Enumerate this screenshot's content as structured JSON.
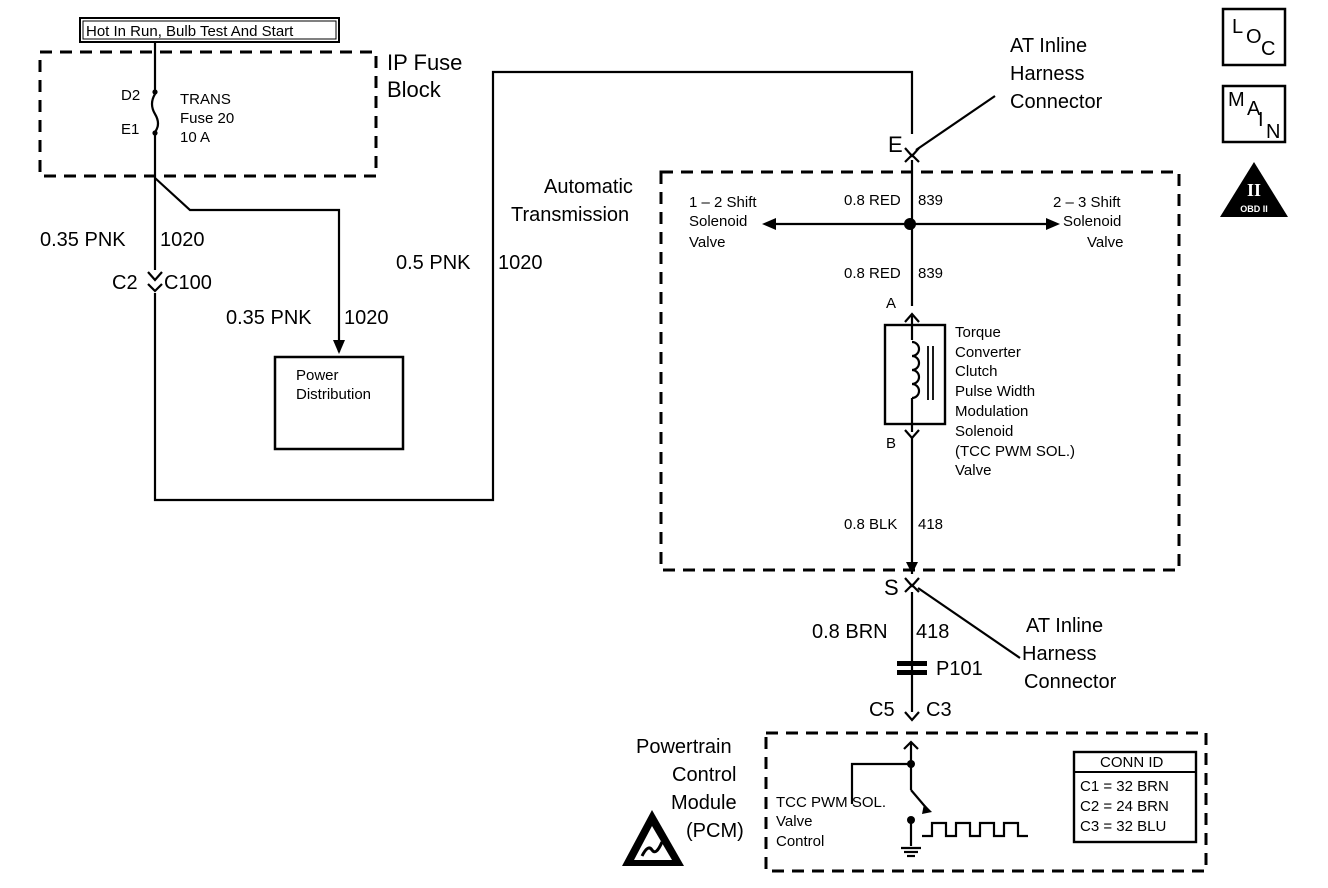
{
  "power_source": "Hot In Run, Bulb Test And Start",
  "ip_fuse_block": {
    "title_line1": "IP Fuse",
    "title_line2": "Block",
    "pin_top": "D2",
    "pin_bottom": "E1",
    "fuse_line1": "TRANS",
    "fuse_line2": "Fuse 20",
    "fuse_line3": "10 A"
  },
  "wires": {
    "w1_size": "0.35 PNK",
    "w1_circuit": "1020",
    "w2_size": "0.35 PNK",
    "w2_circuit": "1020",
    "w3_size": "0.5 PNK",
    "w3_circuit": "1020",
    "w4_size": "0.8 RED",
    "w4_circuit": "839",
    "w5_size": "0.8 RED",
    "w5_circuit": "839",
    "w6_size": "0.8 BLK",
    "w6_circuit": "418",
    "w7_size": "0.8 BRN",
    "w7_circuit": "418"
  },
  "connectors": {
    "c2": "C2",
    "c100": "C100",
    "e": "E",
    "s": "S",
    "a": "A",
    "b": "B",
    "p101": "P101",
    "c5": "C5",
    "c3": "C3"
  },
  "power_distribution": {
    "line1": "Power",
    "line2": "Distribution"
  },
  "at_inline_top": {
    "line1": "AT Inline",
    "line2": "Harness",
    "line3": "Connector"
  },
  "at_inline_bottom": {
    "line1": "AT Inline",
    "line2": "Harness",
    "line3": "Connector"
  },
  "automatic_transmission": {
    "line1": "Automatic",
    "line2": "Transmission"
  },
  "shift_12": {
    "line1": "1 – 2 Shift",
    "line2": "Solenoid",
    "line3": "Valve"
  },
  "shift_23": {
    "line1": "2 – 3 Shift",
    "line2": "Solenoid",
    "line3": "Valve"
  },
  "tcc_solenoid": {
    "line1": "Torque",
    "line2": "Converter",
    "line3": "Clutch",
    "line4": "Pulse Width",
    "line5": "Modulation",
    "line6": "Solenoid",
    "line7": "(TCC PWM SOL.)",
    "line8": "Valve"
  },
  "pcm": {
    "line1": "Powertrain",
    "line2": "Control",
    "line3": "Module",
    "line4": "(PCM)",
    "ctrl_line1": "TCC PWM SOL.",
    "ctrl_line2": "Valve",
    "ctrl_line3": "Control"
  },
  "conn_id": {
    "title": "CONN ID",
    "rows": [
      "C1 = 32 BRN",
      "C2 = 24 BRN",
      "C3 = 32 BLU"
    ]
  },
  "icons": {
    "loc": {
      "l": "L",
      "o": "O",
      "c": "C"
    },
    "main": {
      "m": "M",
      "a": "A",
      "i": "I",
      "n": "N"
    },
    "obd_roman": "II",
    "obd_label": "OBD II"
  }
}
